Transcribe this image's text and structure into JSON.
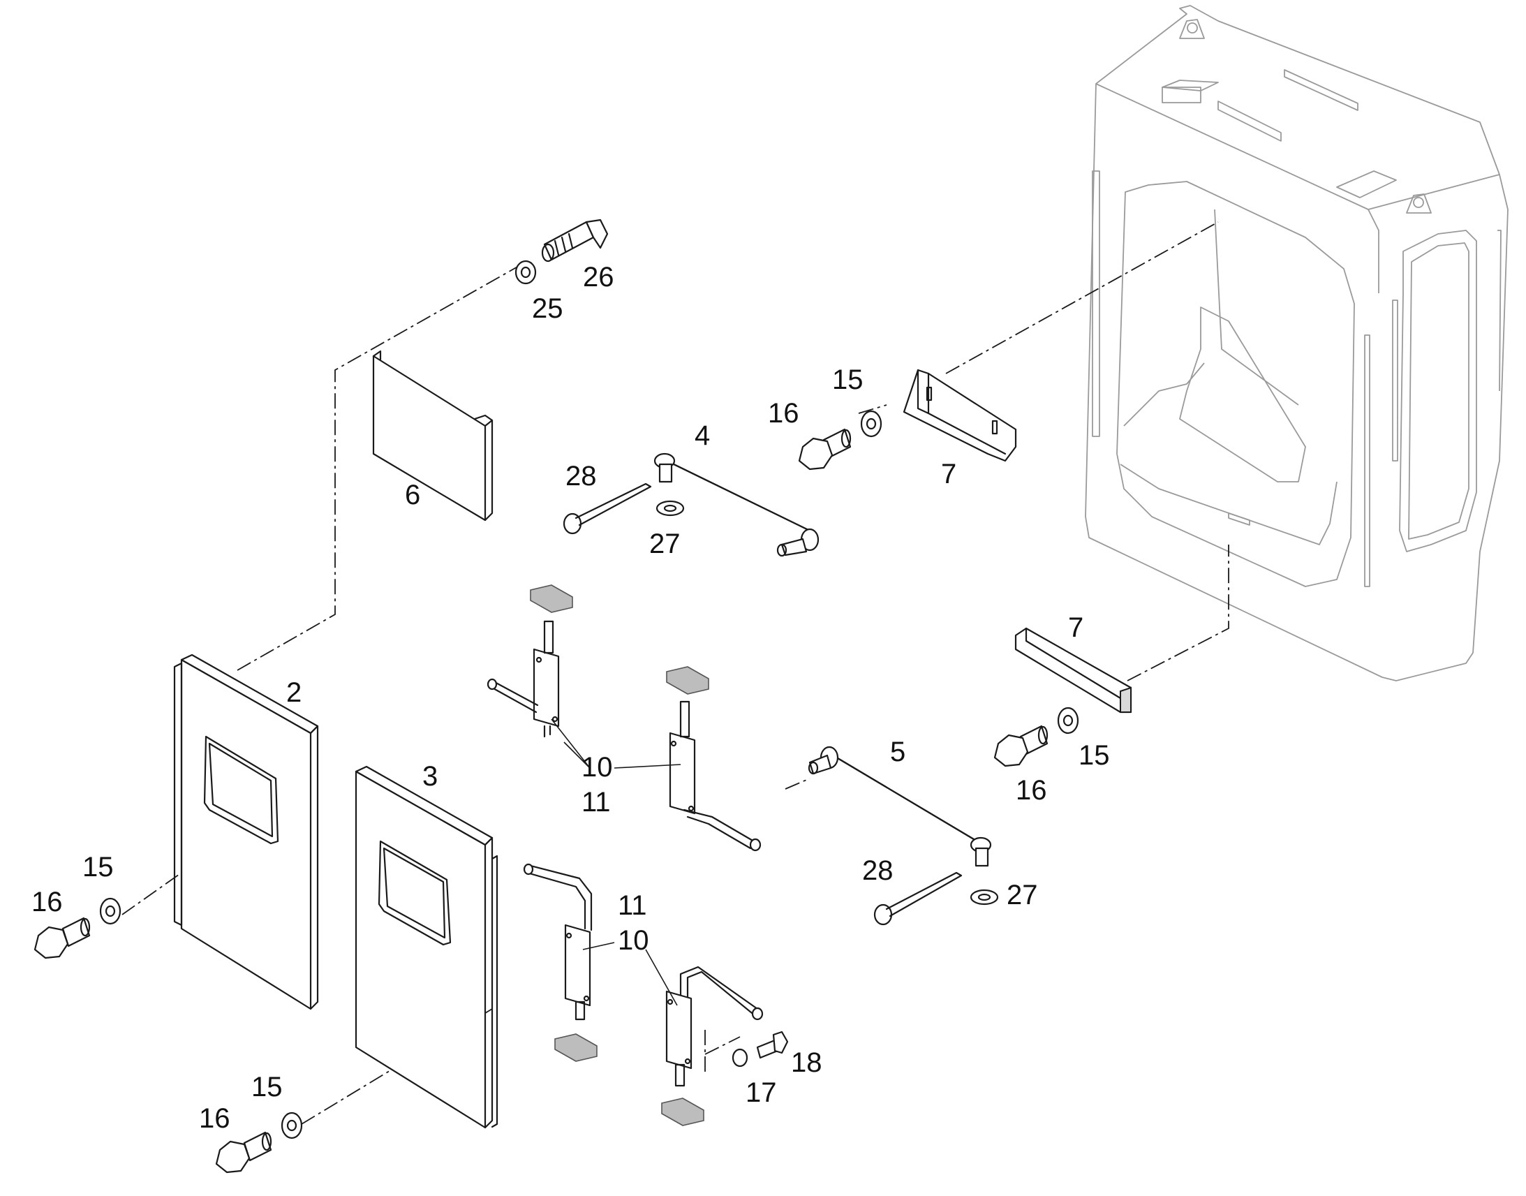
{
  "callouts": {
    "c2": "2",
    "c3": "3",
    "c4": "4",
    "c5": "5",
    "c6": "6",
    "c7a": "7",
    "c7b": "7",
    "c10a": "10",
    "c11a": "11",
    "c11b": "11",
    "c10b": "10",
    "c15a": "15",
    "c16a": "16",
    "c15b": "15",
    "c16b": "16",
    "c15c": "15",
    "c16c": "16",
    "c15d": "15",
    "c16d": "16",
    "c17": "17",
    "c18": "18",
    "c25": "25",
    "c26": "26",
    "c27a": "27",
    "c28a": "28",
    "c27b": "27",
    "c28b": "28"
  },
  "colors": {
    "line": "#1a1a1a",
    "frame": "#9a9a9a",
    "background": "#ffffff"
  }
}
